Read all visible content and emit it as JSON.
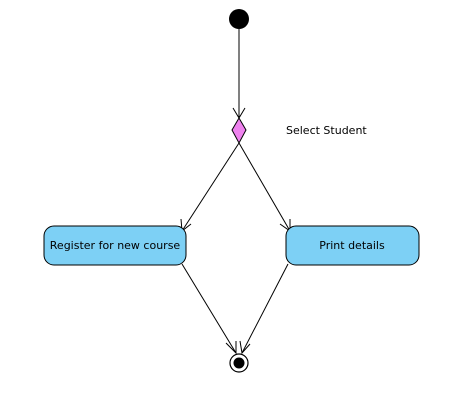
{
  "diagram": {
    "type": "activity",
    "decision": {
      "label": "Select Student",
      "fill": "#ee82ee"
    },
    "actions": [
      {
        "id": "register",
        "label": "Register for new course",
        "fill": "#7dd0f5"
      },
      {
        "id": "print",
        "label": "Print details",
        "fill": "#7dd0f5"
      }
    ],
    "flows": [
      {
        "from": "start",
        "to": "decision"
      },
      {
        "from": "decision",
        "to": "register"
      },
      {
        "from": "decision",
        "to": "print"
      },
      {
        "from": "register",
        "to": "end"
      },
      {
        "from": "print",
        "to": "end"
      }
    ]
  }
}
